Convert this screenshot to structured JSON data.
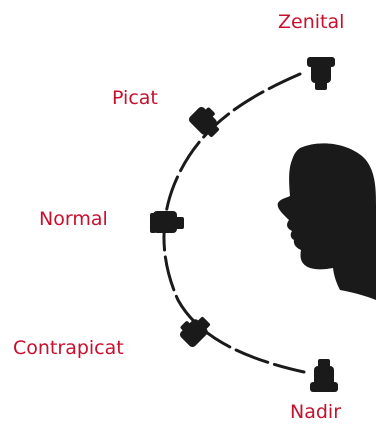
{
  "diagram": {
    "labels": {
      "zenital": "Zenital",
      "picat": "Picat",
      "normal": "Normal",
      "contrapicat": "Contrapicat",
      "nadir": "Nadir"
    },
    "colors": {
      "label": "#c8102e",
      "ink": "#1a1a1a"
    },
    "icons": {
      "camera": "camera-icon",
      "head": "head-silhouette"
    }
  }
}
